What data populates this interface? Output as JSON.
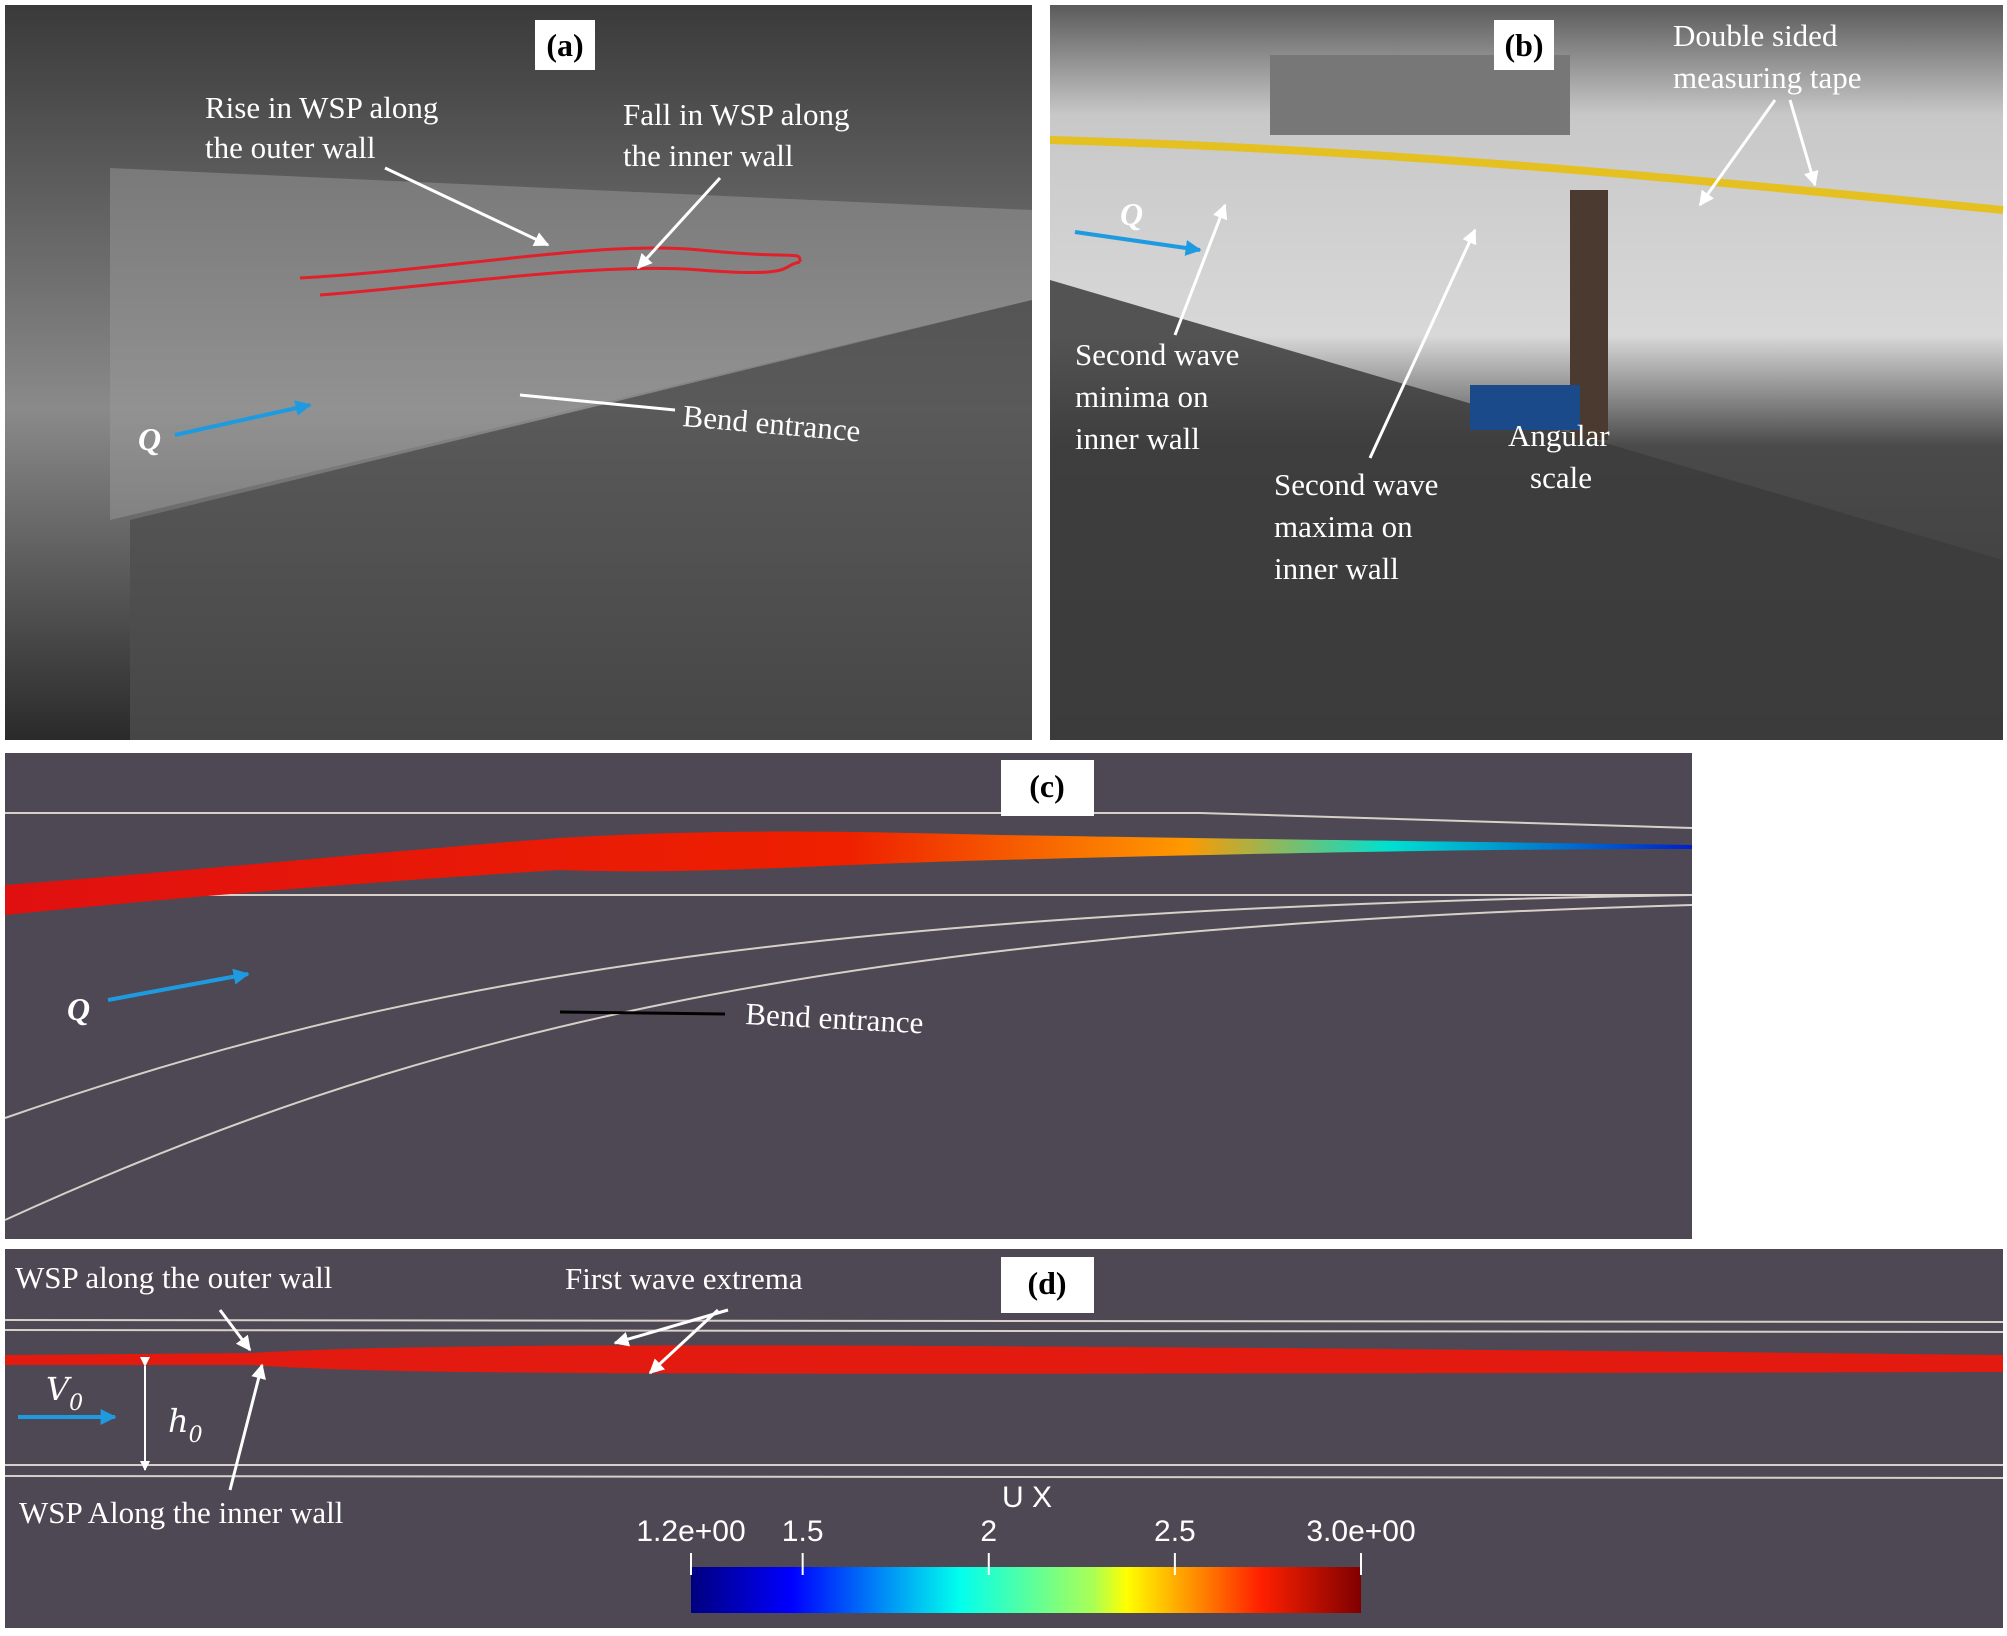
{
  "panels": {
    "a": {
      "label": "(a)",
      "annotations": {
        "rise_line1": "Rise in WSP along",
        "rise_line2": "the outer wall",
        "fall_line1": "Fall in WSP along",
        "fall_line2": "the inner wall",
        "bend_entrance": "Bend entrance",
        "flow": "Q"
      }
    },
    "b": {
      "label": "(b)",
      "annotations": {
        "tape_line1": "Double sided",
        "tape_line2": "measuring tape",
        "flow": "Q",
        "minima_line1": "Second wave",
        "minima_line2": "minima on",
        "minima_line3": "inner wall",
        "angular_line1": "Angular",
        "angular_line2": "scale",
        "maxima_line1": "Second wave",
        "maxima_line2": "maxima on",
        "maxima_line3": "inner wall"
      }
    },
    "c": {
      "label": "(c)",
      "annotations": {
        "flow": "Q",
        "bend_entrance": "Bend entrance"
      }
    },
    "d": {
      "label": "(d)",
      "annotations": {
        "outer_wall": "WSP along the outer wall",
        "first_wave": "First wave extrema",
        "velocity": "V",
        "velocity_sub": "0",
        "depth": "h",
        "depth_sub": "0",
        "inner_wall": "WSP Along the inner wall"
      },
      "colorbar": {
        "title": "U X",
        "tick_labels": [
          "1.2e+00",
          "1.5",
          "2",
          "2.5",
          "3.0e+00"
        ],
        "tick_values": [
          1.2,
          1.5,
          2,
          2.5,
          3.0
        ],
        "range": [
          1.2,
          3.0
        ],
        "colormap": [
          "#00007f",
          "#0000ff",
          "#00ffee",
          "#ffff00",
          "#ff0000",
          "#7f0000"
        ]
      }
    }
  },
  "colors": {
    "simulation_bg": "#4d4853",
    "flow_arrow": "#1e9be0",
    "wsp_line": "#e0202a"
  }
}
